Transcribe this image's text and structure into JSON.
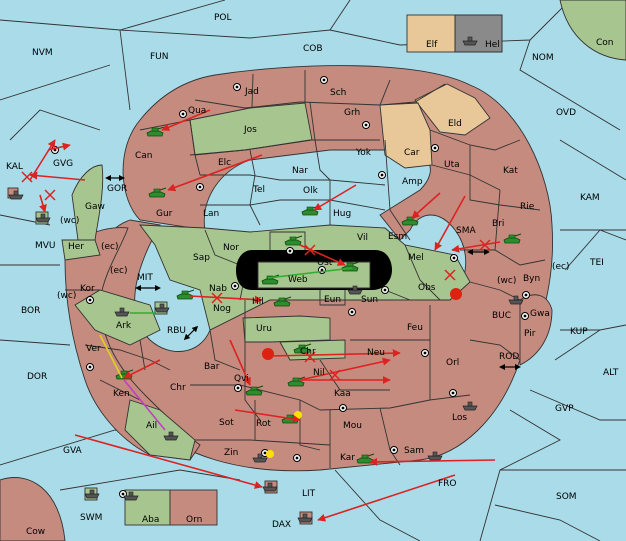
{
  "colors": {
    "sea": "#a9dbe9",
    "owned_red": "#c48b7e",
    "owned_green": "#a7c58e",
    "neutral_tan": "#e8c898",
    "order_arrow": "#d22222",
    "support_green": "#2fae2f",
    "support_yellow": "#e0d020",
    "support_magenta": "#c040c0"
  },
  "legend": {
    "elf": "Elf",
    "hel": "Hel"
  },
  "seas": {
    "pol": "POL",
    "nvm": "NVM",
    "fun": "FUN",
    "cob": "COB",
    "nom": "NOM",
    "ovd": "OVD",
    "kam": "KAM",
    "tei": "TEI",
    "kup": "KUP",
    "alt": "ALT",
    "gvp": "GVP",
    "som": "SOM",
    "fro": "FRO",
    "lit": "LIT",
    "dax": "DAX",
    "gva": "GVA",
    "dor": "DOR",
    "bor": "BOR",
    "kal": "KAL",
    "gor": "GOR",
    "mit": "MIT",
    "rbu": "RBU",
    "sma": "SMA",
    "buc": "BUC",
    "rod": "ROD",
    "swm": "SWM",
    "mvu": "MVU"
  },
  "provinces": {
    "con": "Con",
    "cow": "Cow",
    "jad": "Jad",
    "sch": "Sch",
    "qua": "Qua",
    "jos": "Jos",
    "grh": "Grh",
    "eld": "Eld",
    "can": "Can",
    "elc": "Elc",
    "nar": "Nar",
    "yok": "Yok",
    "car": "Car",
    "uta": "Uta",
    "kat": "Kat",
    "gvg": "GVG",
    "tel": "Tel",
    "olk": "Olk",
    "amp": "Amp",
    "rie": "Rie",
    "gur": "Gur",
    "lan": "Lan",
    "hug": "Hug",
    "esm": "Esm",
    "bri": "Bri",
    "gaw": "Gaw",
    "her": "Her",
    "ec1": "(ec)",
    "nor": "Nor",
    "vil": "Vil",
    "sap": "Sap",
    "skr": "Skr",
    "ost": "Ost",
    "mel": "Mel",
    "web": "Web",
    "eun": "Eun",
    "nab": "Nab",
    "hil": "Hil",
    "nog": "Nog",
    "sun": "Sun",
    "obs": "Obs",
    "kor": "Kor",
    "ec2": "(ec)",
    "wc1": "(wc)",
    "ark": "Ark",
    "uru": "Uru",
    "feu": "Feu",
    "wc2": "(wc)",
    "ec3": "(ec)",
    "byn": "Byn",
    "gwa": "Gwa",
    "pir": "Pir",
    "ver": "Ver",
    "bar": "Bar",
    "chr": "Chr",
    "chr2": "Chr",
    "neu": "Neu",
    "orl": "Orl",
    "qvi": "Qvi",
    "nil": "Nil",
    "ken": "Ken",
    "kaa": "Kaa",
    "los": "Los",
    "rot": "Rot",
    "sot": "Sot",
    "mou": "Mou",
    "ail": "Ail",
    "zin": "Zin",
    "kar": "Kar",
    "sam": "Sam",
    "aba": "Aba",
    "orn": "Orn",
    "wc3": "(wc)"
  }
}
